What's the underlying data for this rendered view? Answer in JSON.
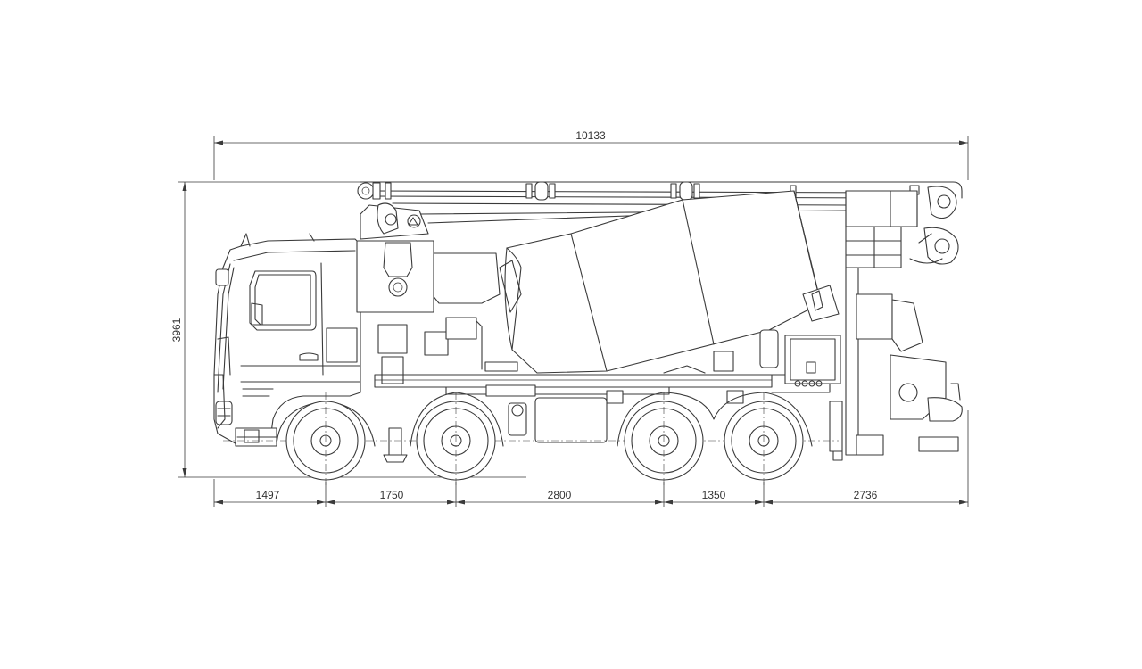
{
  "drawing": {
    "dimensions": {
      "overall_length": "10133",
      "overall_height": "3961",
      "segments": [
        "1497",
        "1750",
        "2800",
        "1350",
        "2736"
      ]
    }
  }
}
